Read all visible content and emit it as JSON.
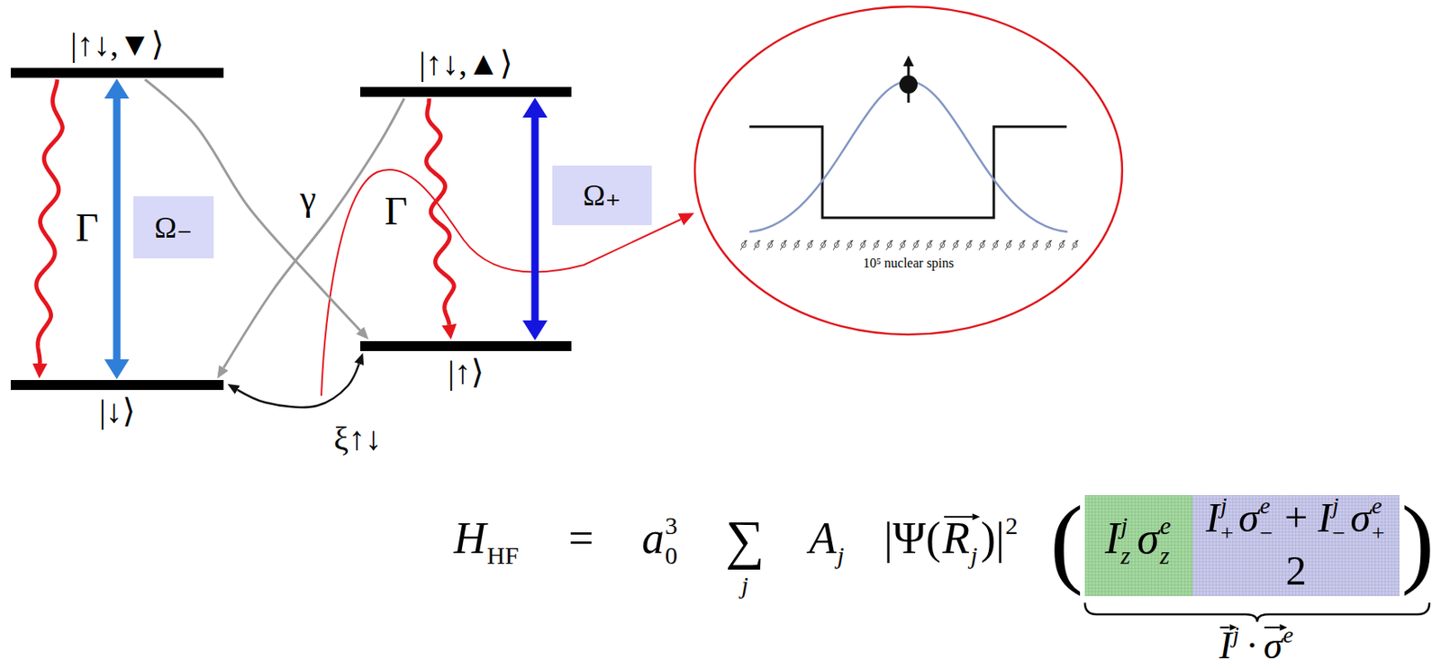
{
  "diagram": {
    "nodes": [
      {
        "text": [
          "|↑↓,▼⟩"
        ]
      },
      {
        "text": [
          "|↓⟩"
        ]
      },
      {
        "text": [
          "|↑↓,▲⟩"
        ]
      },
      {
        "text": [
          "|↑⟩"
        ]
      },
      {
        "text": [
          "Ω₋"
        ]
      },
      {
        "text": [
          "Ω₊"
        ]
      },
      {
        "text": [
          "10⁵ nuclear spins"
        ]
      },
      {
        "text": [
          "I",
          "j",
          "z",
          "σ",
          "e",
          "z"
        ]
      },
      {
        "text": [
          "I",
          "j",
          "+",
          "σ",
          "e",
          "−",
          "+",
          "I",
          "j",
          "−",
          "σ",
          "e",
          "+",
          "2"
        ]
      }
    ],
    "edges": [
      {
        "from": 0,
        "to": 1,
        "arrow": "both"
      },
      {
        "from": 0,
        "to": 1,
        "arrow": "to",
        "label": "Γ"
      },
      {
        "from": 2,
        "to": 3,
        "arrow": "both"
      },
      {
        "from": 2,
        "to": 3,
        "arrow": "to",
        "label": "Γ"
      },
      {
        "from": 0,
        "to": 3,
        "arrow": "to"
      },
      {
        "from": 2,
        "to": 1,
        "arrow": "to"
      },
      {
        "from": 1,
        "to": 3,
        "arrow": "both",
        "label": "ξ↑↓"
      }
    ],
    "labels": [
      "γ",
      "H",
      "HF",
      "=",
      "a",
      "0",
      "3",
      "∑",
      "j",
      "A",
      "j",
      "|Ψ(",
      "R",
      "j",
      ")|",
      "2",
      "(",
      ")",
      "I",
      "j",
      "·",
      "σ",
      "e"
    ]
  }
}
